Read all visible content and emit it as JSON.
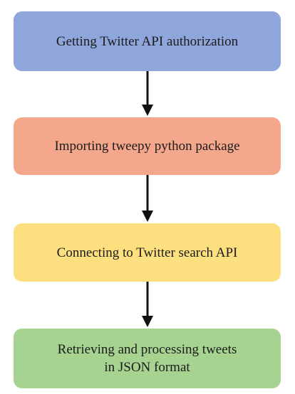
{
  "flowchart": {
    "steps": [
      {
        "label": "Getting Twitter API authorization",
        "color": "#8fa6dc"
      },
      {
        "label": "Importing tweepy python package",
        "color": "#f5a78c"
      },
      {
        "label": "Connecting to Twitter search API",
        "color": "#fcdf7f"
      },
      {
        "label": "Retrieving and processing tweets\nin JSON format",
        "color": "#a6d390"
      }
    ],
    "arrow_color": "#111111"
  }
}
